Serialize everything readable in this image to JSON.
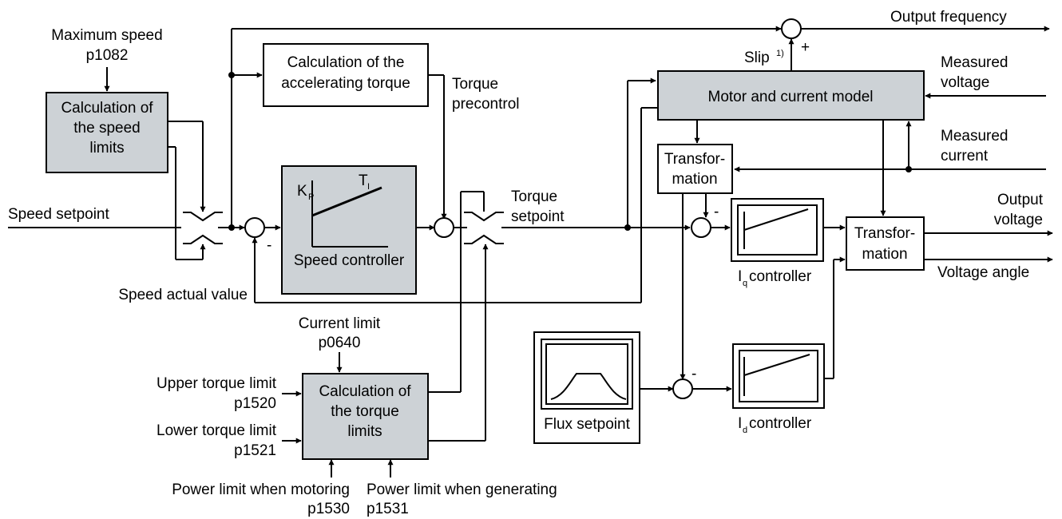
{
  "inputs": {
    "max_speed": [
      "Maximum speed",
      "p1082"
    ],
    "speed_setpoint": "Speed setpoint",
    "speed_actual": "Speed actual value",
    "measured_voltage": [
      "Measured",
      "voltage"
    ],
    "measured_current": [
      "Measured",
      "current"
    ],
    "current_limit": [
      "Current limit",
      "p0640"
    ],
    "upper_torque": [
      "Upper torque limit",
      "p1520"
    ],
    "lower_torque": [
      "Lower torque limit",
      "p1521"
    ],
    "power_motoring": [
      "Power limit when motoring",
      "p1530"
    ],
    "power_generating": [
      "Power limit when generating",
      "p1531"
    ]
  },
  "outputs": {
    "output_frequency": "Output frequency",
    "output_voltage": [
      "Output",
      "voltage"
    ],
    "voltage_angle": "Voltage angle"
  },
  "blocks": {
    "speed_limits": [
      "Calculation of",
      "the speed",
      "limits"
    ],
    "accel_torque": [
      "Calculation of the",
      "accelerating torque"
    ],
    "speed_controller": "Speed controller",
    "kp": "K",
    "kp_sub": "P",
    "ti": "T",
    "ti_sub": "I",
    "motor_model": "Motor and current model",
    "transformation_top": [
      "Transfor-",
      "mation"
    ],
    "transformation_out": [
      "Transfor-",
      "mation"
    ],
    "iq_controller": "controller",
    "iq_prefix": "I",
    "iq_sub": "q",
    "id_controller": "controller",
    "id_prefix": "I",
    "id_sub": "d",
    "flux_setpoint": "Flux setpoint",
    "torque_limits": [
      "Calculation of",
      "the torque",
      "limits"
    ]
  },
  "labels": {
    "torque_precontrol": [
      "Torque",
      "precontrol"
    ],
    "torque_setpoint": [
      "Torque",
      "setpoint"
    ],
    "slip": "Slip",
    "slip_note": "1)",
    "plus": "+",
    "minus": "-"
  }
}
